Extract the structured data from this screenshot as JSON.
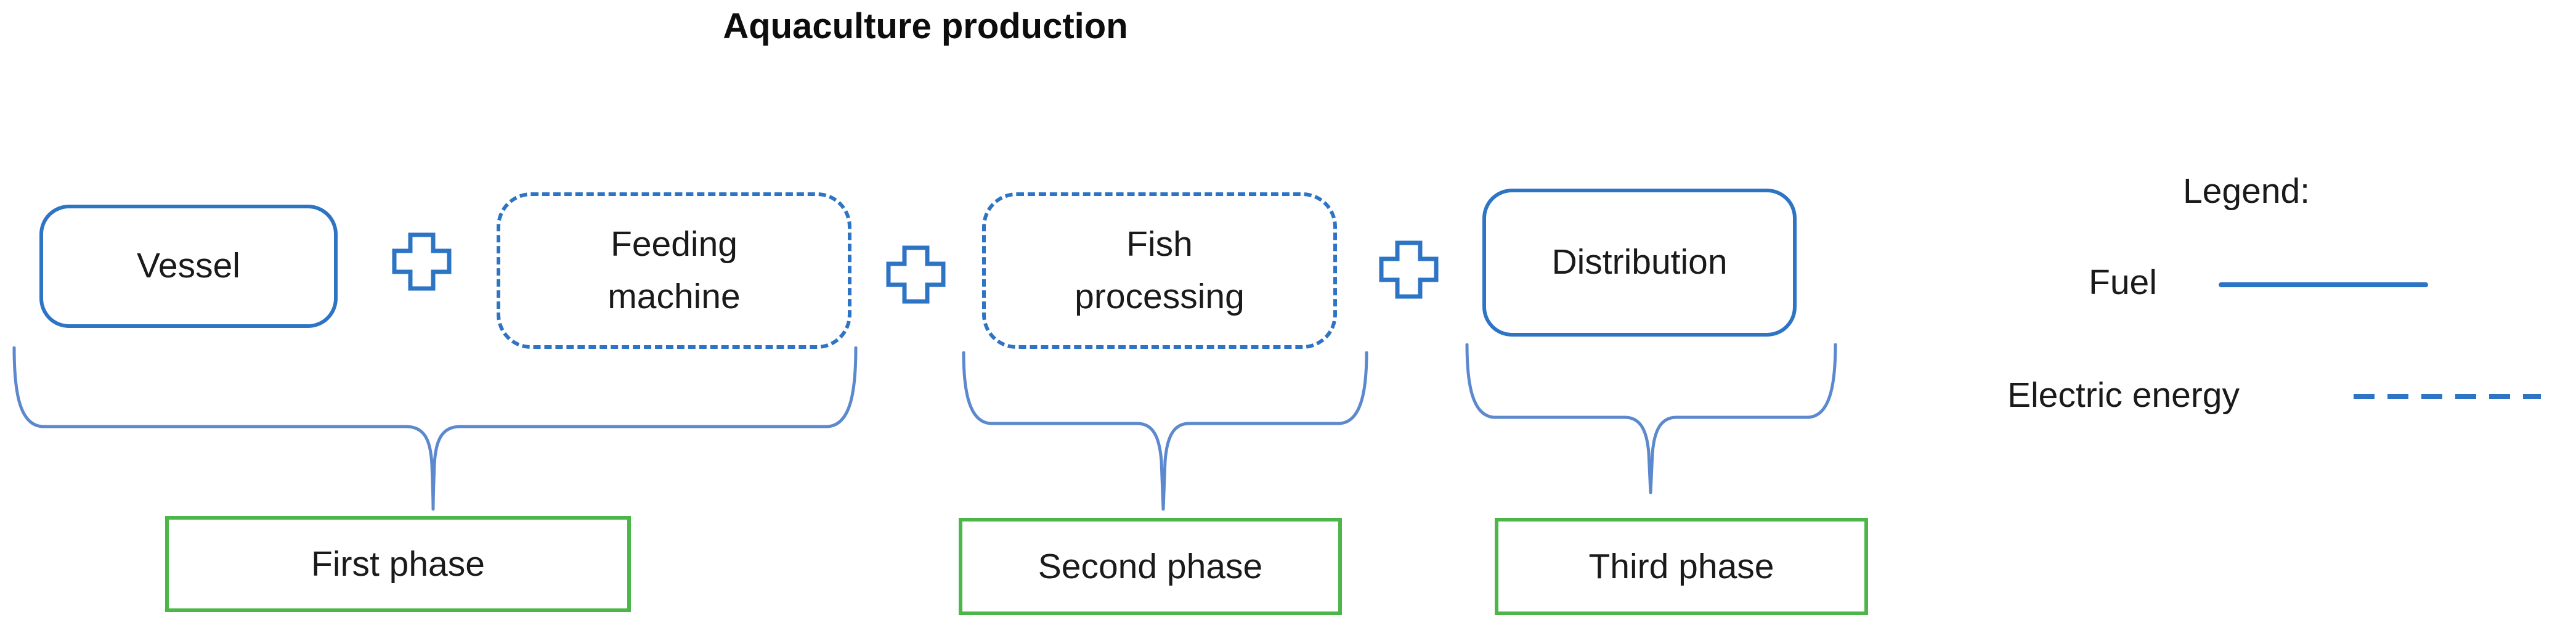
{
  "title": "Aquaculture production",
  "colors": {
    "blue": "#2E74C4",
    "brace-blue": "#5C88CE",
    "green": "#4CB648",
    "text": "#1A1A1A"
  },
  "process": {
    "nodes": [
      {
        "label": "Vessel",
        "border_style": "solid"
      },
      {
        "label": "Feeding machine",
        "border_style": "dashed"
      },
      {
        "label": "Fish processing",
        "border_style": "dashed"
      },
      {
        "label": "Distribution",
        "border_style": "solid"
      }
    ],
    "connector_icon": "plus-icon"
  },
  "phases": [
    {
      "label": "First phase",
      "members": [
        "Vessel",
        "Feeding machine"
      ]
    },
    {
      "label": "Second phase",
      "members": [
        "Fish processing"
      ]
    },
    {
      "label": "Third phase",
      "members": [
        "Distribution"
      ]
    }
  ],
  "legend": {
    "title": "Legend:",
    "items": [
      {
        "label": "Fuel",
        "line_style": "solid"
      },
      {
        "label": "Electric energy",
        "line_style": "dashed"
      }
    ]
  }
}
